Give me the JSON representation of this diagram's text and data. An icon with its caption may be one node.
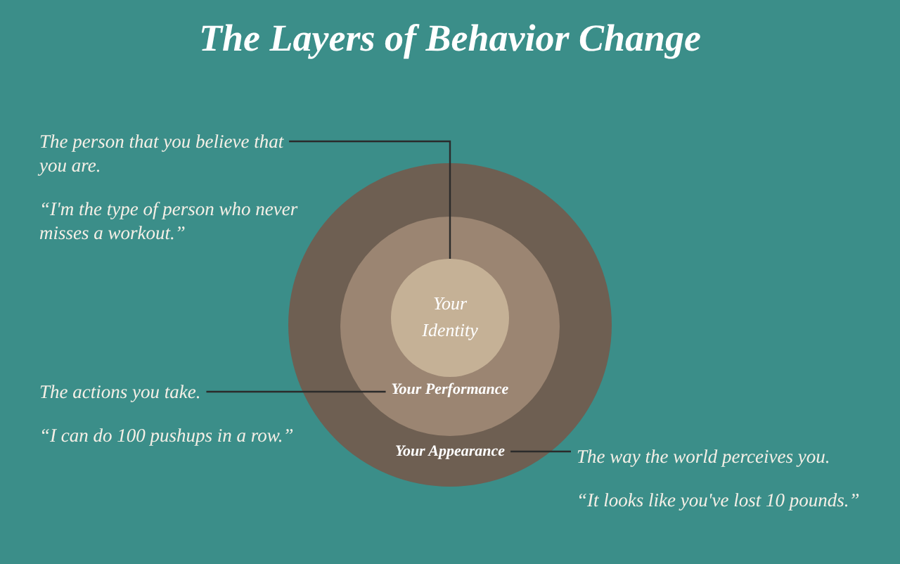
{
  "diagram": {
    "title": "The Layers of Behavior Change",
    "nodes": [
      {
        "text": [
          "Your Appearance"
        ]
      },
      {
        "text": [
          "Your Performance"
        ],
        "in": 0
      },
      {
        "text": [
          "Your Identity"
        ],
        "in": 1
      },
      {
        "text": [
          "The person that you believe that you are.",
          "“I'm the type of person who never misses a workout.”"
        ]
      },
      {
        "text": [
          "The actions you take.",
          "“I can do 100 pushups in a row.”"
        ]
      },
      {
        "text": [
          "The way the world perceives you.",
          "“It looks like you've lost 10 pounds.”"
        ]
      }
    ],
    "edges": [
      {
        "from": 3,
        "to": 2,
        "arrow": "none"
      },
      {
        "from": 4,
        "to": 1,
        "arrow": "none"
      },
      {
        "from": 0,
        "to": 5,
        "arrow": "none"
      }
    ]
  }
}
